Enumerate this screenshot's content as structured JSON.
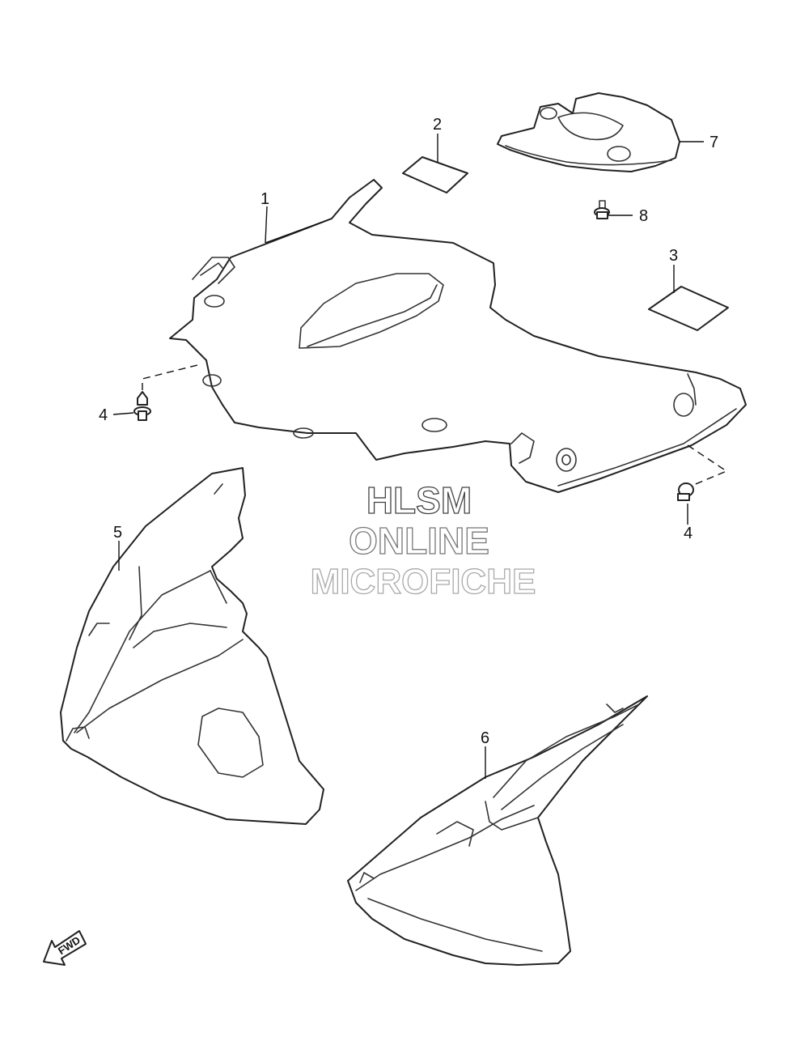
{
  "callouts": {
    "c1": "1",
    "c2": "2",
    "c3": "3",
    "c4a": "4",
    "c4b": "4",
    "c5": "5",
    "c6": "6",
    "c7": "7",
    "c8": "8"
  },
  "watermark": {
    "line1": "HLSM",
    "line2": "ONLINE",
    "line3": "MICROFICHE",
    "colors": {
      "line1": "#444444",
      "line2": "#777777",
      "line3": "#aaaaaa"
    }
  },
  "fwd_label": "FWD",
  "icons": {
    "direction": "fwd-arrow-icon"
  }
}
